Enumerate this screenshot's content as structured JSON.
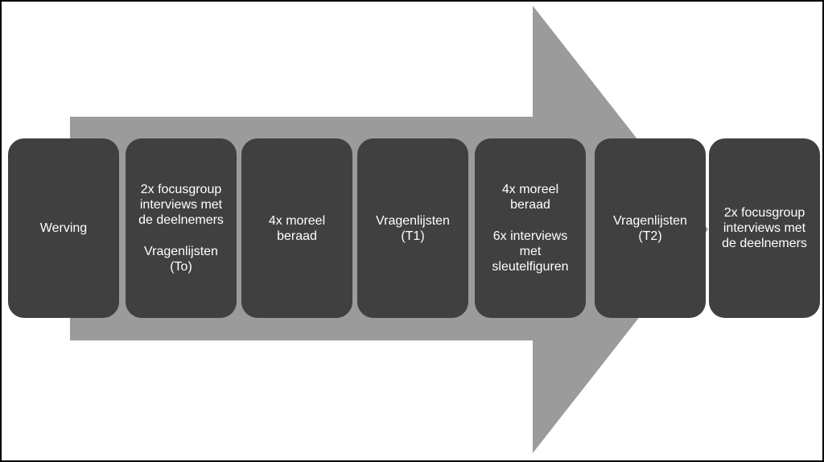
{
  "colors": {
    "arrow": "#9b9b9b",
    "box": "#404040",
    "text": "#ffffff",
    "border": "#000000"
  },
  "steps": [
    {
      "lines": [
        "Werving"
      ]
    },
    {
      "lines": [
        "2x focusgroup",
        "interviews met",
        "de deelnemers"
      ],
      "lines2": [
        "Vragenlijsten",
        "(To)"
      ]
    },
    {
      "lines": [
        "4x moreel",
        "beraad"
      ]
    },
    {
      "lines": [
        "Vragenlijsten",
        "(T1)"
      ]
    },
    {
      "lines": [
        "4x moreel",
        "beraad"
      ],
      "lines2": [
        "6x interviews",
        "met",
        "sleutelfiguren"
      ]
    },
    {
      "lines": [
        "Vragenlijsten",
        "(T2)"
      ]
    },
    {
      "lines": [
        "2x focusgroup",
        "interviews met",
        "de deelnemers"
      ]
    }
  ]
}
